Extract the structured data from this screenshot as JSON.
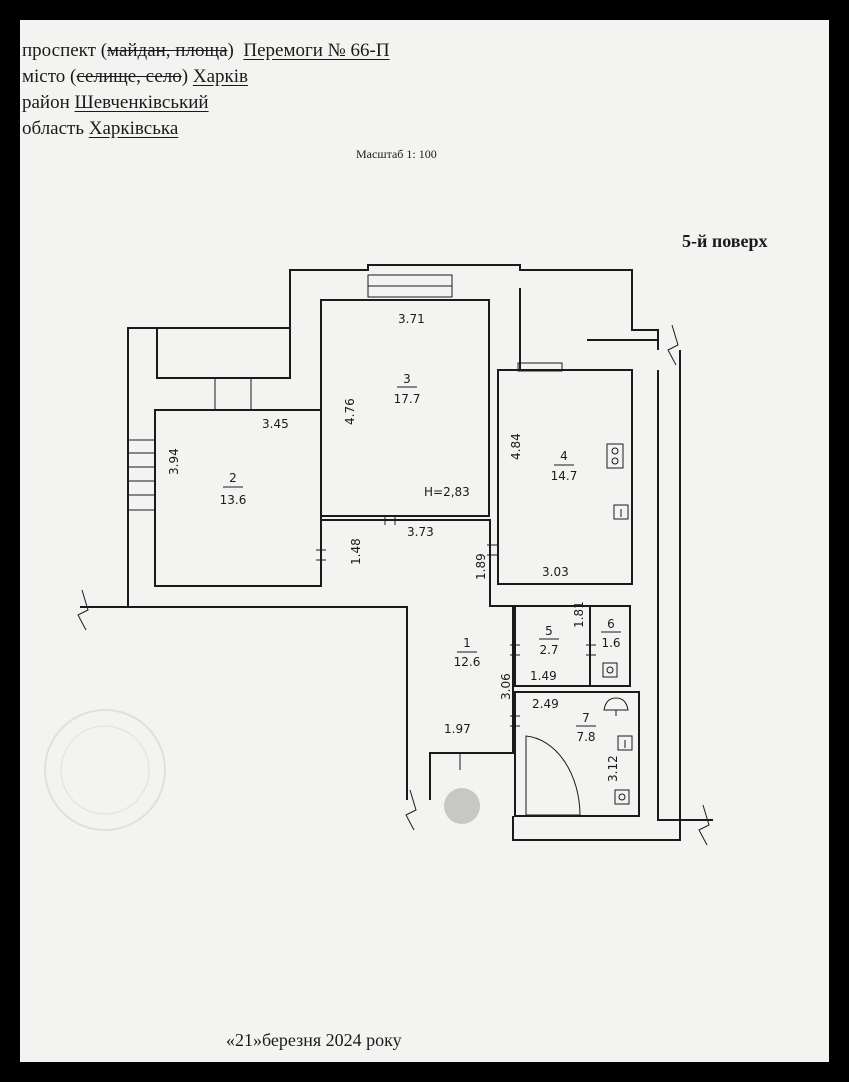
{
  "header": {
    "line1": {
      "label": "проспект (",
      "struck": "майдан, площа",
      "close": ")",
      "value": "Перемоги № 66-П"
    },
    "line2": {
      "label": "місто (",
      "struck": "селище, село",
      "close": ")",
      "value": "Харків"
    },
    "line3": {
      "label": "район",
      "value": "Шевченківський"
    },
    "line4": {
      "label": "область",
      "value": "Харківська"
    }
  },
  "scale_note": "Масштаб 1: 100",
  "floor": "5-й поверх",
  "date": "«21»березня 2024 року",
  "rooms": [
    {
      "number": "1",
      "area": "12.6"
    },
    {
      "number": "2",
      "area": "13.6"
    },
    {
      "number": "3",
      "area": "17.7"
    },
    {
      "number": "4",
      "area": "14.7"
    },
    {
      "number": "5",
      "area": "2.7"
    },
    {
      "number": "6",
      "area": "1.6"
    },
    {
      "number": "7",
      "area": "7.8"
    }
  ],
  "ceiling_height": "H=2,83",
  "dimensions": [
    "3.71",
    "4.76",
    "3.45",
    "3.94",
    "4.84",
    "3.73",
    "1.48",
    "1.89",
    "3.03",
    "1.81",
    "1.49",
    "3.06",
    "2.49",
    "1.97",
    "3.12"
  ],
  "icons": [
    "stove-icon",
    "sink-icon",
    "toilet-icon",
    "bathtub-icon",
    "door-swing-icon",
    "stamp-seal-icon"
  ]
}
